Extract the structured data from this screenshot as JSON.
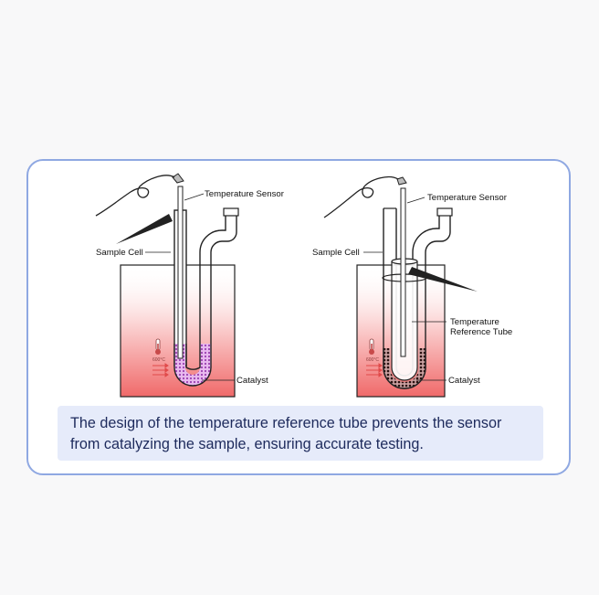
{
  "left_panel": {
    "temperature_sensor_label": "Temperature Sensor",
    "sample_cell_label": "Sample Cell",
    "catalyst_label": "Catalyst",
    "thermometer_reading": "600°C",
    "icons": [
      "thermometer-icon",
      "heat-arrows-icon"
    ]
  },
  "right_panel": {
    "temperature_sensor_label": "Temperature Sensor",
    "sample_cell_label": "Sample Cell",
    "reference_tube_label_line1": "Temperature",
    "reference_tube_label_line2": "Reference Tube",
    "catalyst_label": "Catalyst",
    "thermometer_reading": "600°C",
    "icons": [
      "thermometer-icon",
      "heat-arrows-icon"
    ]
  },
  "caption": "The design of the temperature reference tube prevents the sensor from catalyzing the sample, ensuring accurate testing.",
  "colors": {
    "card_border": "#8fa8e2",
    "caption_background": "#e6ebfa",
    "furnace_gradient_bottom": "#f06a6a",
    "catalyst_left": "#c98ad6",
    "catalyst_right": "#3b2020"
  }
}
